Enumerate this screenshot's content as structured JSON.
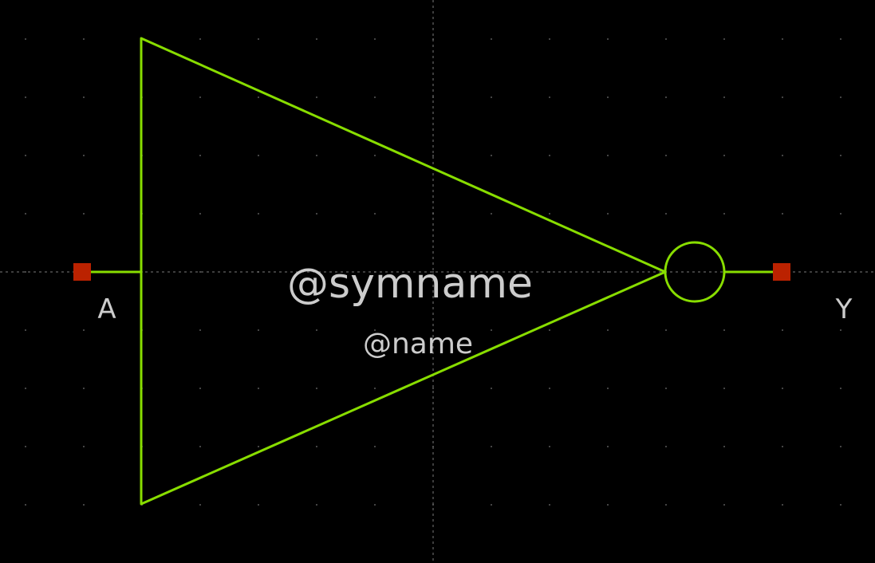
{
  "colors": {
    "background": "#000000",
    "symbol_stroke": "#88dd00",
    "pin_marker": "#bb2200",
    "text": "#cccccc",
    "grid": "#5a5a5a",
    "axis": "#7a7a7a"
  },
  "symbol": {
    "type": "inverter",
    "symname_label": "@symname",
    "instance_label": "@name"
  },
  "pins": {
    "input": {
      "label": "A"
    },
    "output": {
      "label": "Y"
    }
  }
}
